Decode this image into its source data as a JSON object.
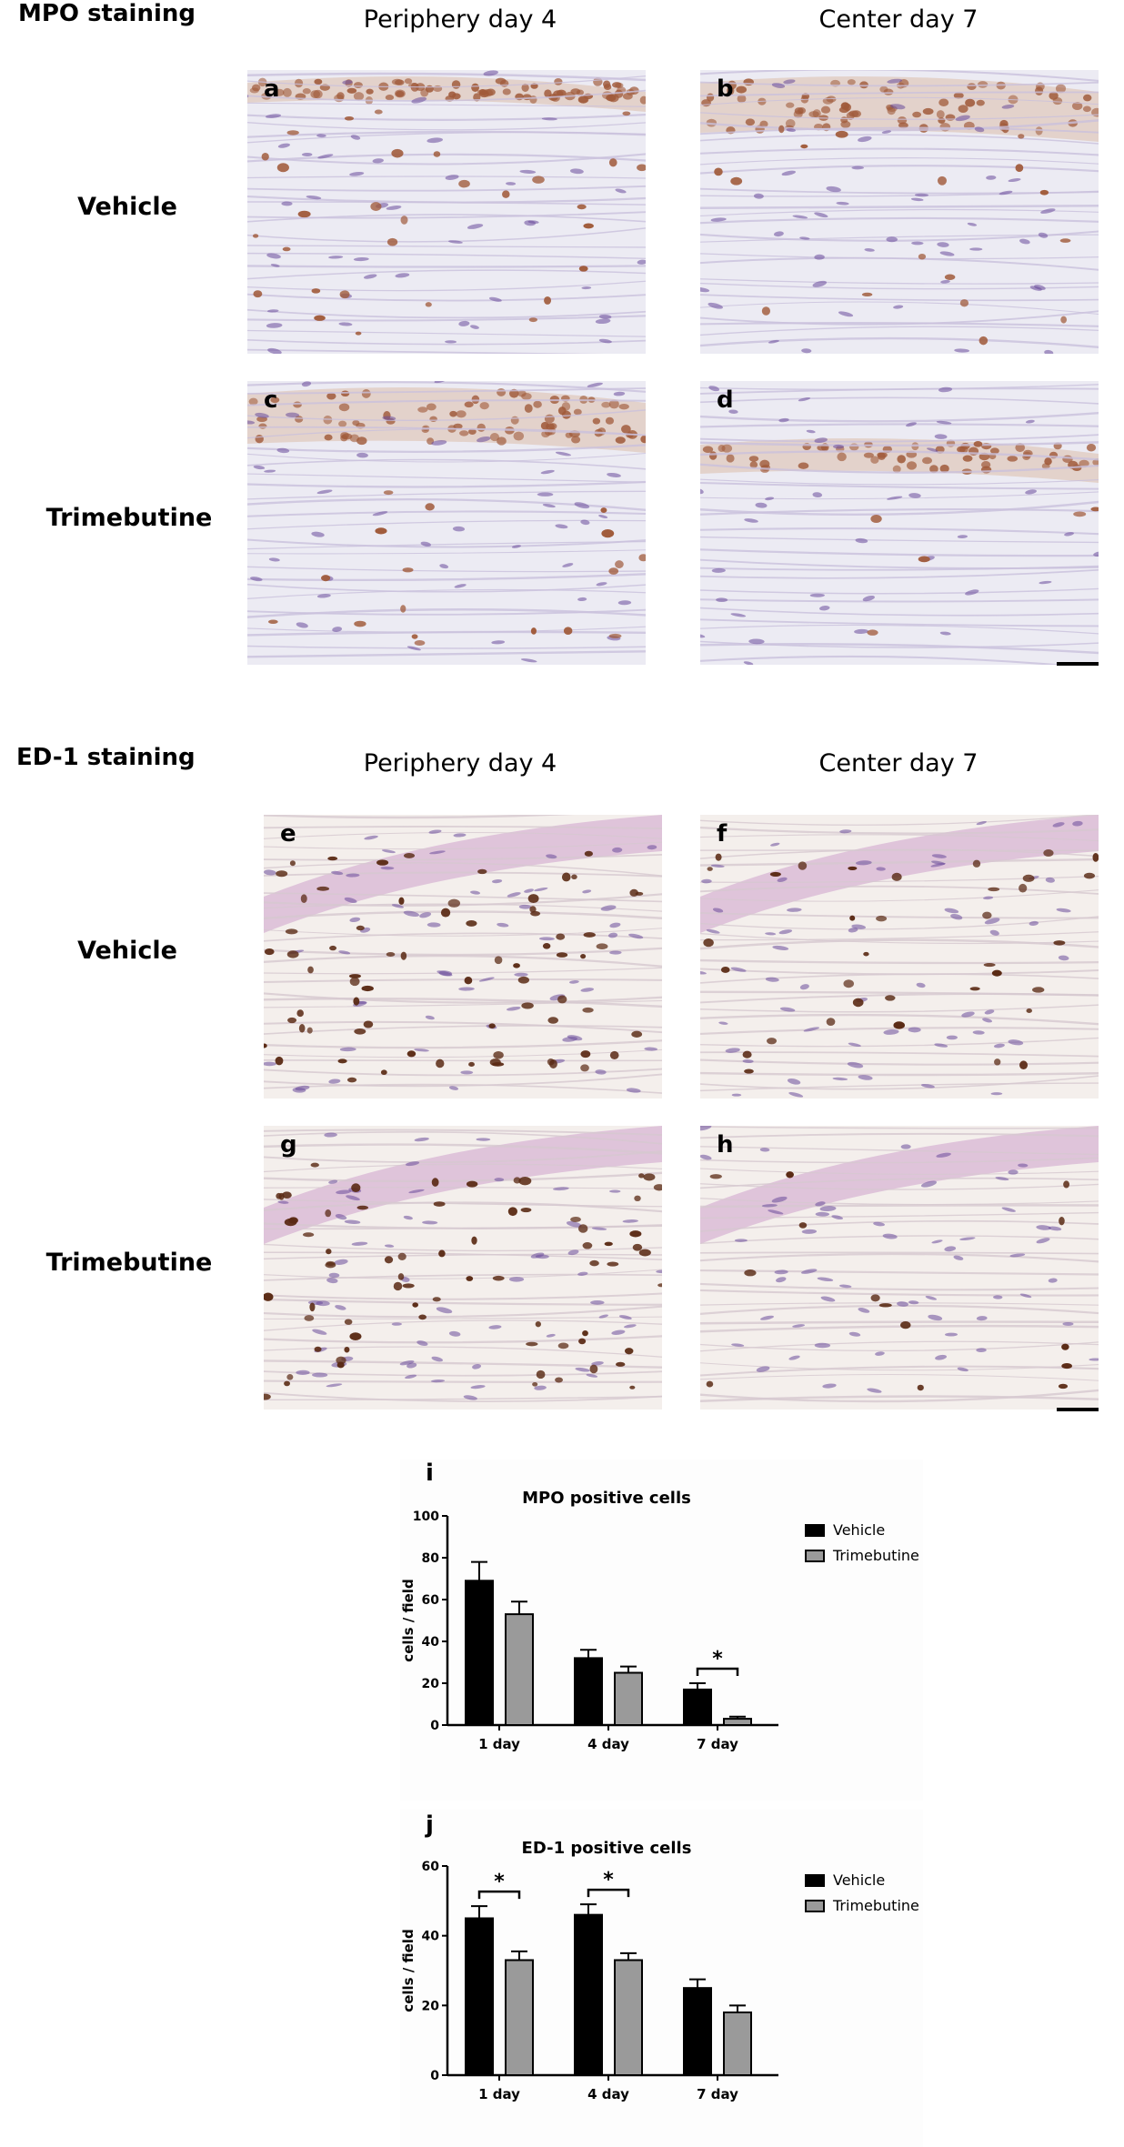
{
  "sections": [
    {
      "title": "MPO staining",
      "columns": [
        "Periphery day 4",
        "Center day 7"
      ],
      "rows": [
        "Vehicle",
        "Trimebutine"
      ],
      "panels": [
        "a",
        "b",
        "c",
        "d"
      ]
    },
    {
      "title": "ED-1 staining",
      "columns": [
        "Periphery day 4",
        "Center day 7"
      ],
      "rows": [
        "Vehicle",
        "Trimebutine"
      ],
      "panels": [
        "e",
        "f",
        "g",
        "h"
      ]
    }
  ],
  "colors": {
    "vehicle": "#000000",
    "trimebutine": "#9a9a9a",
    "mpo_tissue_bg": "#ecebf3",
    "mpo_stain": "#a05a3a",
    "ed1_tissue_bg": "#f4efec",
    "ed1_stain": "#5a2a14",
    "nuclei": "#6a4b9a"
  },
  "chart_data": [
    {
      "type": "bar",
      "panel_letter": "i",
      "title": "MPO positive cells",
      "ylabel": "cells / field",
      "xlabel": "",
      "categories": [
        "1 day",
        "4 day",
        "7 day"
      ],
      "ylim": [
        0,
        100
      ],
      "yticks": [
        0,
        20,
        40,
        60,
        80,
        100
      ],
      "series": [
        {
          "name": "Vehicle",
          "values": [
            69,
            32,
            17
          ],
          "errors": [
            9,
            4,
            3
          ]
        },
        {
          "name": "Trimebutine",
          "values": [
            53,
            25,
            3
          ],
          "errors": [
            6,
            3,
            1
          ]
        }
      ],
      "significance": [
        {
          "category": "7 day",
          "label": "*"
        }
      ],
      "legend": "right"
    },
    {
      "type": "bar",
      "panel_letter": "j",
      "title": "ED-1 positive cells",
      "ylabel": "cells / field",
      "xlabel": "",
      "categories": [
        "1 day",
        "4 day",
        "7 day"
      ],
      "ylim": [
        0,
        60
      ],
      "yticks": [
        0,
        20,
        40,
        60
      ],
      "series": [
        {
          "name": "Vehicle",
          "values": [
            45,
            46,
            25
          ],
          "errors": [
            3.5,
            3,
            2.5
          ]
        },
        {
          "name": "Trimebutine",
          "values": [
            33,
            33,
            18
          ],
          "errors": [
            2.5,
            2,
            2
          ]
        }
      ],
      "significance": [
        {
          "category": "1 day",
          "label": "*"
        },
        {
          "category": "4 day",
          "label": "*"
        }
      ],
      "legend": "right"
    }
  ]
}
